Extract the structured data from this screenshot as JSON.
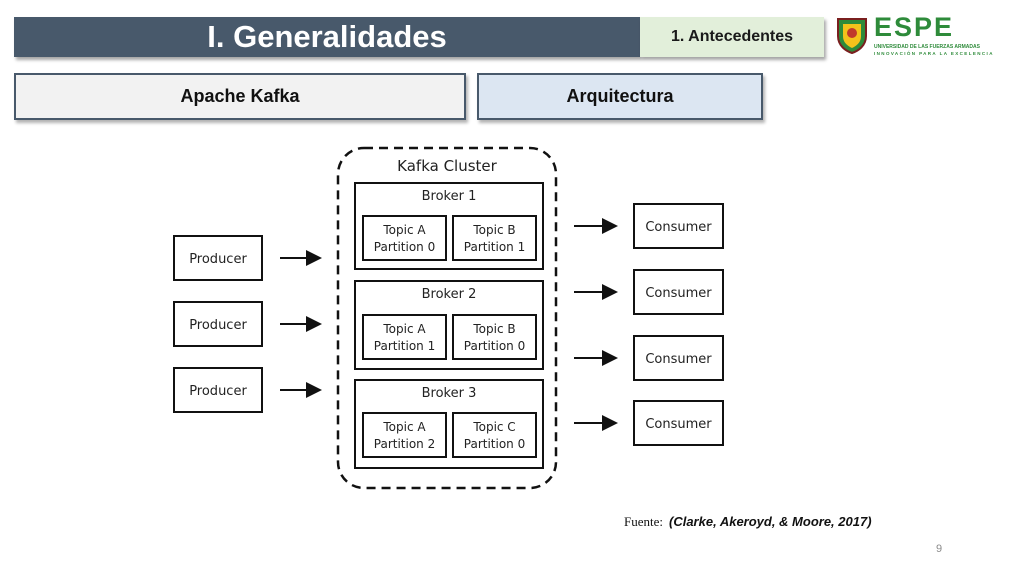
{
  "header": {
    "title": "I. Generalidades",
    "section": "1. Antecedentes"
  },
  "logo": {
    "wordmark": "ESPE",
    "subtitle": "UNIVERSIDAD DE LAS FUERZAS ARMADAS",
    "tagline": "INNOVACIÓN PARA LA EXCELENCIA",
    "color": "#2e8b3a"
  },
  "tabs": {
    "left": "Apache Kafka",
    "right": "Arquitectura"
  },
  "diagram": {
    "cluster_label": "Kafka Cluster",
    "producers": [
      "Producer",
      "Producer",
      "Producer"
    ],
    "brokers": [
      {
        "name": "Broker 1",
        "partitions": [
          {
            "topic": "Topic A",
            "partition": "Partition 0"
          },
          {
            "topic": "Topic B",
            "partition": "Partition 1"
          }
        ]
      },
      {
        "name": "Broker 2",
        "partitions": [
          {
            "topic": "Topic A",
            "partition": "Partition 1"
          },
          {
            "topic": "Topic B",
            "partition": "Partition 0"
          }
        ]
      },
      {
        "name": "Broker 3",
        "partitions": [
          {
            "topic": "Topic A",
            "partition": "Partition 2"
          },
          {
            "topic": "Topic C",
            "partition": "Partition 0"
          }
        ]
      }
    ],
    "consumers": [
      "Consumer",
      "Consumer",
      "Consumer",
      "Consumer"
    ]
  },
  "source": {
    "label": "Fuente:",
    "citation": "(Clarke, Akeroyd, & Moore, 2017)"
  },
  "page_number": "9"
}
